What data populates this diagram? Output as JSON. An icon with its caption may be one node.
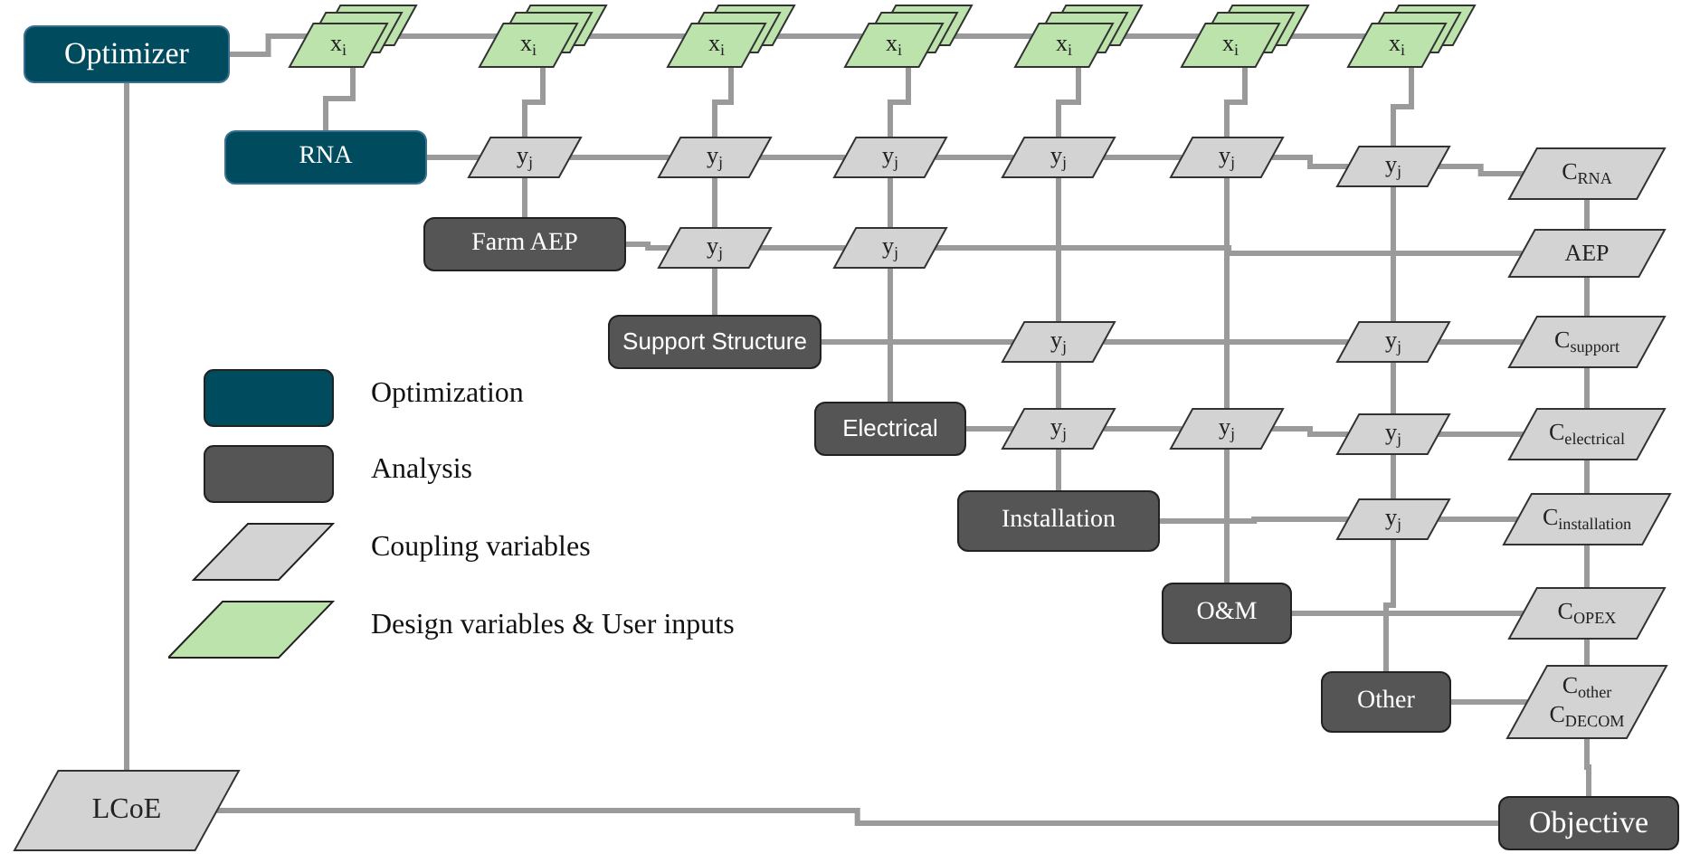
{
  "diagram": {
    "nodes": [
      {
        "text": [
          "Optimizer"
        ]
      },
      {
        "text": [
          "x$_{i}$"
        ]
      },
      {
        "text": [
          "x$_{i}$"
        ]
      },
      {
        "text": [
          "x$_{i}$"
        ]
      },
      {
        "text": [
          "x$_{i}$"
        ]
      },
      {
        "text": [
          "x$_{i}$"
        ]
      },
      {
        "text": [
          "x$_{i}$"
        ]
      },
      {
        "text": [
          "x$_{i}$"
        ]
      },
      {
        "text": [
          "RNA"
        ]
      },
      {
        "text": [
          "y$_{j}$"
        ]
      },
      {
        "text": [
          "y$_{j}$"
        ]
      },
      {
        "text": [
          "y$_{j}$"
        ]
      },
      {
        "text": [
          "y$_{j}$"
        ]
      },
      {
        "text": [
          "y$_{j}$"
        ]
      },
      {
        "text": [
          "y$_{j}$"
        ]
      },
      {
        "text": [
          "C$_{RNA}$"
        ]
      },
      {
        "text": [
          "Farm AEP"
        ]
      },
      {
        "text": [
          "y$_{j}$"
        ]
      },
      {
        "text": [
          "y$_{j}$"
        ]
      },
      {
        "text": [
          "AEP"
        ]
      },
      {
        "text": [
          "Support Structure"
        ]
      },
      {
        "text": [
          "y$_{j}$"
        ]
      },
      {
        "text": [
          "y$_{j}$"
        ]
      },
      {
        "text": [
          "C$_{support}$"
        ]
      },
      {
        "text": [
          "Electrical"
        ]
      },
      {
        "text": [
          "y$_{j}$"
        ]
      },
      {
        "text": [
          "y$_{j}$"
        ]
      },
      {
        "text": [
          "y$_{j}$"
        ]
      },
      {
        "text": [
          "C$_{electrical}$"
        ]
      },
      {
        "text": [
          "Installation"
        ]
      },
      {
        "text": [
          "y$_{j}$"
        ]
      },
      {
        "text": [
          "C$_{installation}$"
        ]
      },
      {
        "text": [
          "O&M"
        ]
      },
      {
        "text": [
          "C$_{OPEX}$"
        ]
      },
      {
        "text": [
          "Other"
        ]
      },
      {
        "text": [
          "C$_{other}$",
          "C$_{DECOM}$"
        ]
      },
      {
        "text": [
          "LCoE"
        ]
      },
      {
        "text": [
          "Objective"
        ]
      }
    ],
    "edges": [
      {
        "from": 0,
        "to": 1,
        "arrow": "none"
      },
      {
        "from": 1,
        "to": 2,
        "arrow": "none"
      },
      {
        "from": 2,
        "to": 3,
        "arrow": "none"
      },
      {
        "from": 3,
        "to": 4,
        "arrow": "none"
      },
      {
        "from": 4,
        "to": 5,
        "arrow": "none"
      },
      {
        "from": 5,
        "to": 6,
        "arrow": "none"
      },
      {
        "from": 6,
        "to": 7,
        "arrow": "none"
      },
      {
        "from": 0,
        "to": 36,
        "arrow": "none"
      },
      {
        "from": 1,
        "to": 8,
        "arrow": "none"
      },
      {
        "from": 2,
        "to": 9,
        "arrow": "none"
      },
      {
        "from": 9,
        "to": 16,
        "arrow": "none"
      },
      {
        "from": 3,
        "to": 10,
        "arrow": "none"
      },
      {
        "from": 10,
        "to": 17,
        "arrow": "none"
      },
      {
        "from": 17,
        "to": 20,
        "arrow": "none"
      },
      {
        "from": 4,
        "to": 11,
        "arrow": "none"
      },
      {
        "from": 11,
        "to": 18,
        "arrow": "none"
      },
      {
        "from": 18,
        "to": 24,
        "arrow": "none"
      },
      {
        "from": 5,
        "to": 12,
        "arrow": "none"
      },
      {
        "from": 12,
        "to": 21,
        "arrow": "none"
      },
      {
        "from": 21,
        "to": 25,
        "arrow": "none"
      },
      {
        "from": 25,
        "to": 29,
        "arrow": "none"
      },
      {
        "from": 6,
        "to": 13,
        "arrow": "none"
      },
      {
        "from": 13,
        "to": 26,
        "arrow": "none"
      },
      {
        "from": 26,
        "to": 32,
        "arrow": "none"
      },
      {
        "from": 7,
        "to": 14,
        "arrow": "none"
      },
      {
        "from": 14,
        "to": 22,
        "arrow": "none"
      },
      {
        "from": 22,
        "to": 27,
        "arrow": "none"
      },
      {
        "from": 27,
        "to": 30,
        "arrow": "none"
      },
      {
        "from": 30,
        "to": 34,
        "arrow": "none"
      },
      {
        "from": 15,
        "to": 19,
        "arrow": "none"
      },
      {
        "from": 19,
        "to": 23,
        "arrow": "none"
      },
      {
        "from": 23,
        "to": 28,
        "arrow": "none"
      },
      {
        "from": 28,
        "to": 31,
        "arrow": "none"
      },
      {
        "from": 31,
        "to": 33,
        "arrow": "none"
      },
      {
        "from": 33,
        "to": 35,
        "arrow": "none"
      },
      {
        "from": 35,
        "to": 37,
        "arrow": "none"
      },
      {
        "from": 8,
        "to": 9,
        "arrow": "none"
      },
      {
        "from": 9,
        "to": 10,
        "arrow": "none"
      },
      {
        "from": 10,
        "to": 11,
        "arrow": "none"
      },
      {
        "from": 11,
        "to": 12,
        "arrow": "none"
      },
      {
        "from": 12,
        "to": 13,
        "arrow": "none"
      },
      {
        "from": 13,
        "to": 14,
        "arrow": "none"
      },
      {
        "from": 14,
        "to": 15,
        "arrow": "none"
      },
      {
        "from": 16,
        "to": 17,
        "arrow": "none"
      },
      {
        "from": 17,
        "to": 18,
        "arrow": "none"
      },
      {
        "from": 18,
        "to": 19,
        "arrow": "none"
      },
      {
        "from": 20,
        "to": 21,
        "arrow": "none"
      },
      {
        "from": 21,
        "to": 22,
        "arrow": "none"
      },
      {
        "from": 22,
        "to": 23,
        "arrow": "none"
      },
      {
        "from": 24,
        "to": 25,
        "arrow": "none"
      },
      {
        "from": 25,
        "to": 26,
        "arrow": "none"
      },
      {
        "from": 26,
        "to": 27,
        "arrow": "none"
      },
      {
        "from": 27,
        "to": 28,
        "arrow": "none"
      },
      {
        "from": 29,
        "to": 30,
        "arrow": "none"
      },
      {
        "from": 30,
        "to": 31,
        "arrow": "none"
      },
      {
        "from": 32,
        "to": 33,
        "arrow": "none"
      },
      {
        "from": 34,
        "to": 35,
        "arrow": "none"
      },
      {
        "from": 36,
        "to": 37,
        "arrow": "none"
      }
    ],
    "legend": [
      {
        "text": "Optimization",
        "color": "#004c5e"
      },
      {
        "text": "Analysis",
        "color": "#555555"
      },
      {
        "text": "Coupling variables",
        "color": "#d3d3d3"
      },
      {
        "text": "Design variables & User inputs",
        "color": "#bde3ad"
      }
    ]
  }
}
